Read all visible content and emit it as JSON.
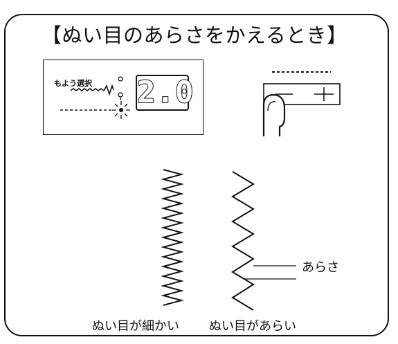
{
  "title": "【ぬい目のあらさをかえるとき】",
  "panel": {
    "pattern_select_label": "もよう選択",
    "display_value": "2.0"
  },
  "button": {
    "minus_symbol": "−",
    "plus_symbol": "+"
  },
  "stitches": {
    "fine_label": "ぬい目が細かい",
    "coarse_label": "ぬい目があらい",
    "roughness_label": "あらさ"
  }
}
